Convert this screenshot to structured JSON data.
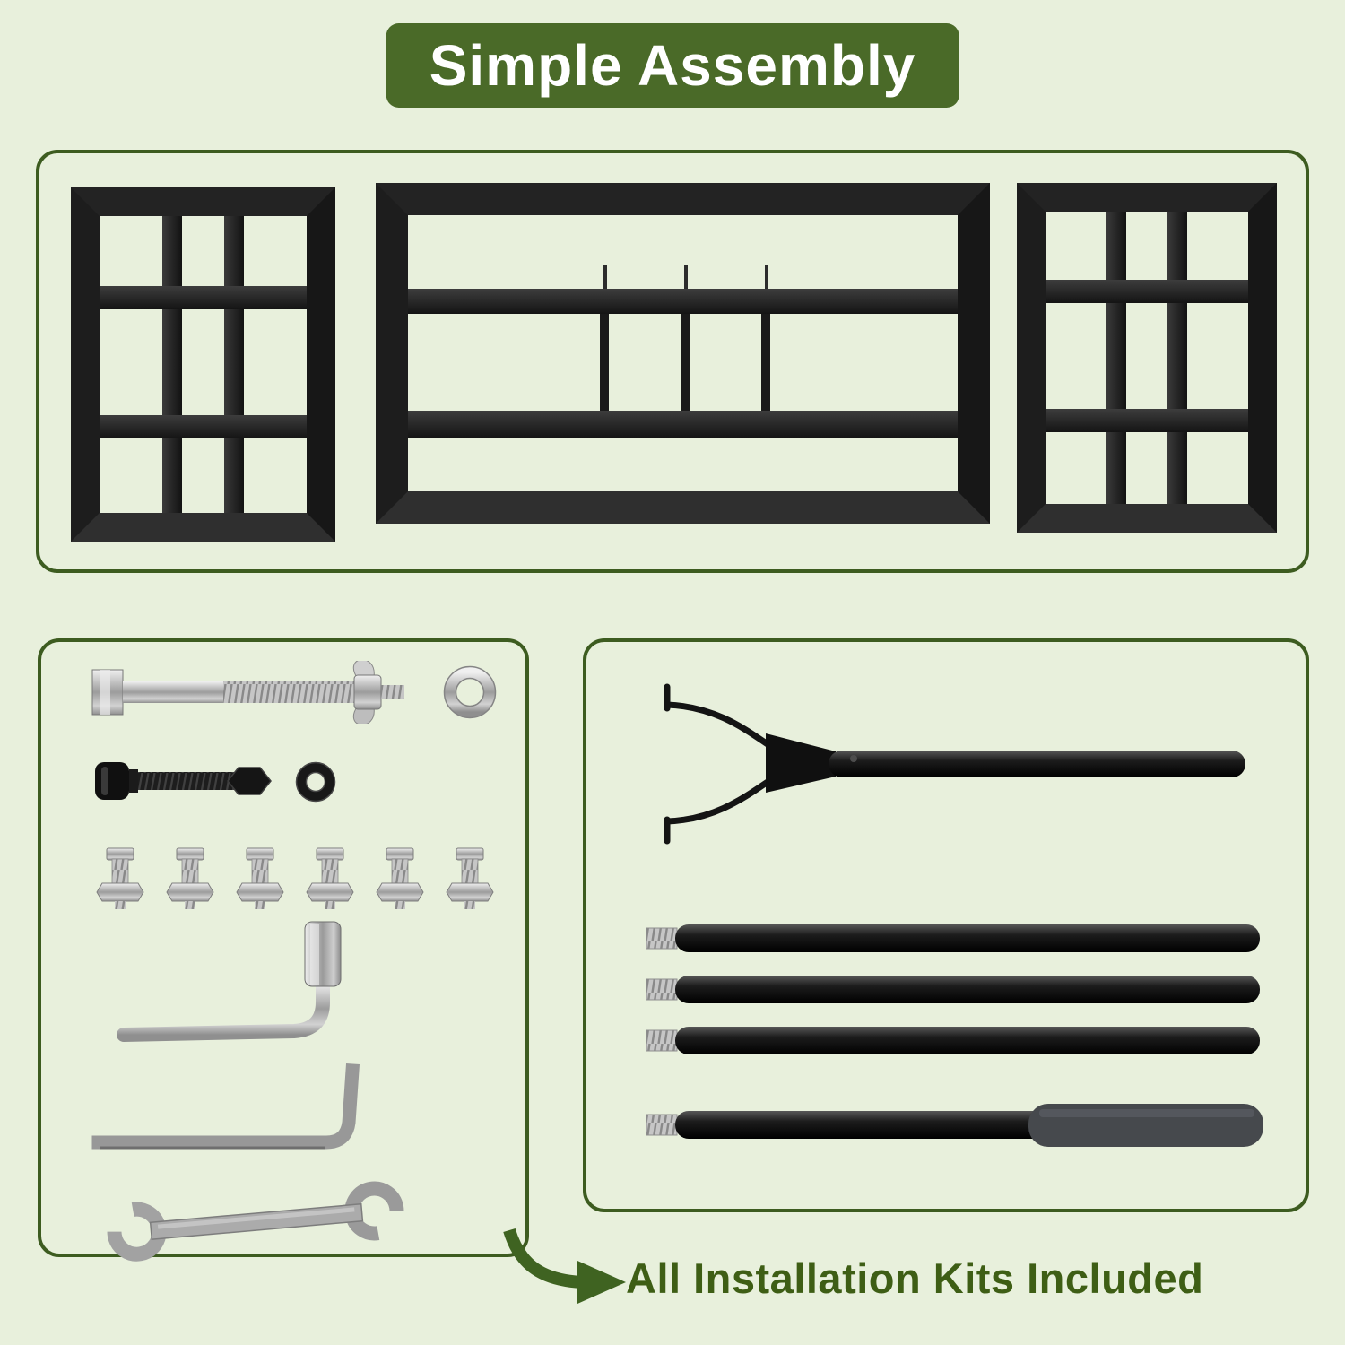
{
  "colors": {
    "bg": "#e8f0dc",
    "panel-border": "#3d5c20",
    "banner-bg": "#4a6a28",
    "banner-text": "#ffffff",
    "caption-text": "#3e5e15",
    "arrow-green": "#3f6321",
    "metal-black": "#141414",
    "metal-silver": "#c6c6c6"
  },
  "header": {
    "title": "Simple Assembly"
  },
  "frames_panel": {
    "parts": [
      {
        "name": "left-grid-frame"
      },
      {
        "name": "center-wide-frame"
      },
      {
        "name": "right-grid-frame"
      }
    ]
  },
  "hardware_panel": {
    "parts": [
      {
        "name": "long-hex-bolt-with-wing-nut",
        "count": 1
      },
      {
        "name": "flat-washer-silver",
        "count": 1
      },
      {
        "name": "black-bolt-with-hex-nut",
        "count": 1
      },
      {
        "name": "flat-washer-black",
        "count": 1
      },
      {
        "name": "small-bolt-with-nut",
        "count": 6
      },
      {
        "name": "l-shaped-socket-wrench",
        "count": 1
      },
      {
        "name": "hex-allen-key",
        "count": 1
      },
      {
        "name": "double-open-end-wrench",
        "count": 1
      }
    ]
  },
  "poles_panel": {
    "parts": [
      {
        "name": "top-pole-with-fork-bracket",
        "count": 1
      },
      {
        "name": "extension-pole-threaded",
        "count": 3
      },
      {
        "name": "extension-pole-with-grip-handle",
        "count": 1
      }
    ]
  },
  "footer": {
    "caption": "All Installation Kits Included"
  }
}
